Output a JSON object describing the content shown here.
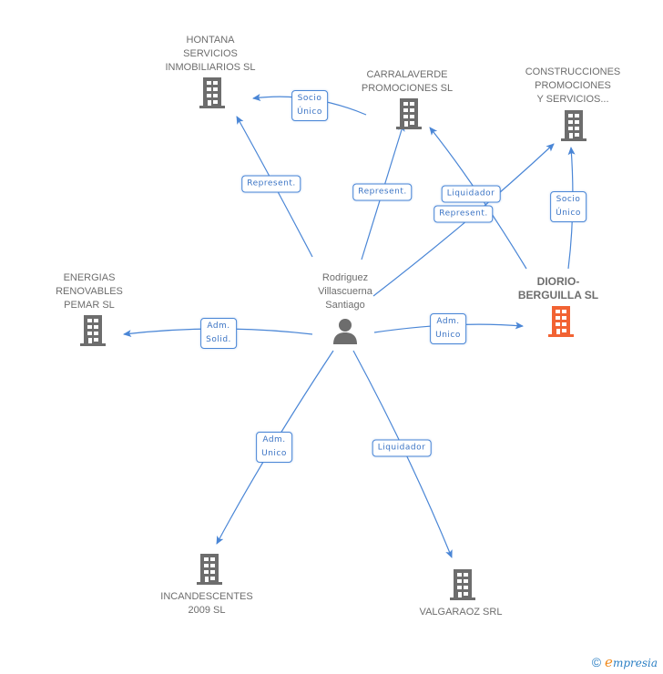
{
  "diagram": {
    "colors": {
      "edge": "#4a86d6",
      "company": "#6d6d6d",
      "focus_company": "#f26333",
      "person": "#6d6d6d"
    },
    "person": {
      "id": "rodriguez",
      "name_lines": [
        "Rodriguez",
        "Villascuerna",
        "Santiago"
      ],
      "icon": "person-icon"
    },
    "companies": [
      {
        "id": "hontana",
        "name_lines": [
          "HONTANA",
          "SERVICIOS",
          "INMOBILIARIOS SL"
        ],
        "icon": "building-icon",
        "focus": false
      },
      {
        "id": "carralaverde",
        "name_lines": [
          "CARRALAVERDE",
          "PROMOCIONES SL"
        ],
        "icon": "building-icon",
        "focus": false
      },
      {
        "id": "construcciones",
        "name_lines": [
          "CONSTRUCCIONES",
          "PROMOCIONES",
          "Y SERVICIOS..."
        ],
        "icon": "building-icon",
        "focus": false
      },
      {
        "id": "energias",
        "name_lines": [
          "ENERGIAS",
          "RENOVABLES",
          "PEMAR SL"
        ],
        "icon": "building-icon",
        "focus": false
      },
      {
        "id": "diorio",
        "name_lines": [
          "DIORIO-",
          "BERGUILLA SL"
        ],
        "icon": "building-icon",
        "focus": true
      },
      {
        "id": "incandescentes",
        "name_lines": [
          "INCANDESCENTES",
          "2009 SL"
        ],
        "icon": "building-icon",
        "focus": false
      },
      {
        "id": "valgaraoz",
        "name_lines": [
          "VALGARAOZ SRL"
        ],
        "icon": "building-icon",
        "focus": false
      }
    ],
    "edges": [
      {
        "from": "carralaverde",
        "to": "hontana",
        "label_lines": [
          "Socio",
          "Único"
        ]
      },
      {
        "from": "rodriguez",
        "to": "hontana",
        "label_lines": [
          "Represent."
        ]
      },
      {
        "from": "rodriguez",
        "to": "carralaverde",
        "label_lines": [
          "Represent."
        ]
      },
      {
        "from": "diorio",
        "to": "carralaverde",
        "label_lines": [
          "Liquidador"
        ]
      },
      {
        "from": "rodriguez",
        "to": "construcciones",
        "label_lines": [
          "Represent."
        ]
      },
      {
        "from": "diorio",
        "to": "construcciones",
        "label_lines": [
          "Socio",
          "Único"
        ]
      },
      {
        "from": "rodriguez",
        "to": "energias",
        "label_lines": [
          "Adm.",
          "Solid."
        ]
      },
      {
        "from": "rodriguez",
        "to": "diorio",
        "label_lines": [
          "Adm.",
          "Unico"
        ]
      },
      {
        "from": "rodriguez",
        "to": "incandescentes",
        "label_lines": [
          "Adm.",
          "Unico"
        ]
      },
      {
        "from": "rodriguez",
        "to": "valgaraoz",
        "label_lines": [
          "Liquidador"
        ]
      }
    ]
  },
  "footer": {
    "copyright_symbol": "©",
    "brand_initial": "e",
    "brand_rest": "mpresia"
  }
}
